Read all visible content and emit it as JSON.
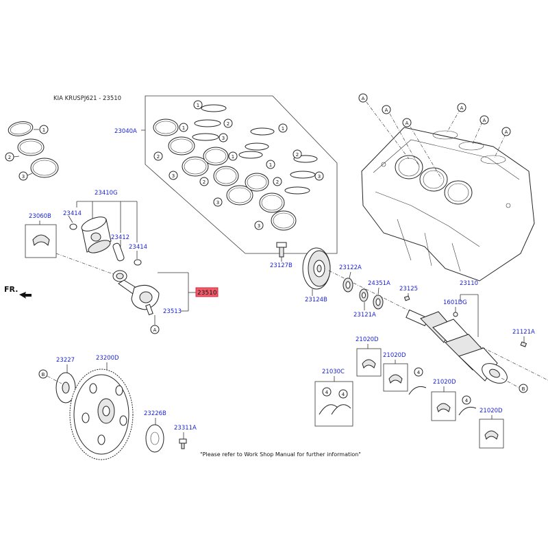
{
  "header": {
    "title": "KIA KRUSPJ621 - 23510"
  },
  "footer_note": "\"Please refer to Work Shop Manual for further information\"",
  "front_indicator": "FR.",
  "highlight_color": "#f25c6b",
  "link_color": "#1a22d6",
  "labels": {
    "p23040A": "23040A",
    "p23410G": "23410G",
    "p23060B": "23060B",
    "p23414a": "23414",
    "p23412": "23412",
    "p23414b": "23414",
    "p23510": "23510",
    "p23513": "23513",
    "p23127B": "23127B",
    "p23124B": "23124B",
    "p23122A": "23122A",
    "p24351A": "24351A",
    "p23121A": "23121A",
    "p23125": "23125",
    "p23110": "23110",
    "p1601DG": "1601DG",
    "p21121A": "21121A",
    "p21020Da": "21020D",
    "p21020Db": "21020D",
    "p21030C": "21030C",
    "p21020Dc": "21020D",
    "p21020Dd": "21020D",
    "p23227": "23227",
    "p23200D": "23200D",
    "p23226B": "23226B",
    "p23311A": "23311A"
  },
  "callouts": {
    "one": "1",
    "two": "2",
    "three": "3",
    "four": "4",
    "a": "A",
    "b": "B"
  }
}
